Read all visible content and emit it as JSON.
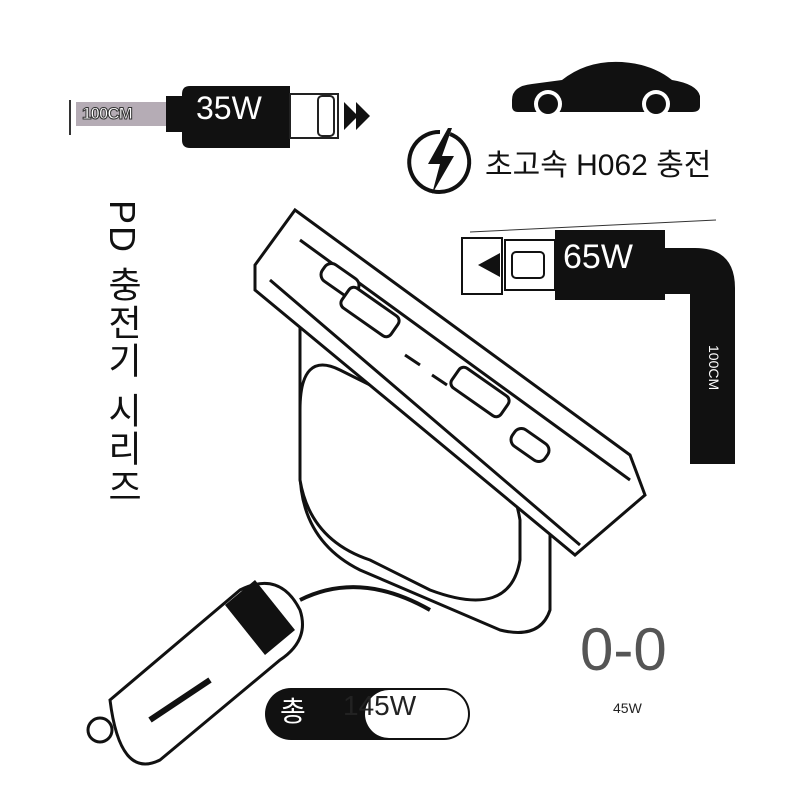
{
  "cable_lightning": {
    "length_label": "100CM",
    "power_label": "35W"
  },
  "cable_typec": {
    "length_label": "100CM",
    "power_label": "65W"
  },
  "headline": "초고속 H062 충전",
  "series_title": "PD 충전기 시리즈",
  "total_power": {
    "prefix": "총 ",
    "value": "145W"
  },
  "port_label": "0-0",
  "port_power": "45W",
  "icons": [
    "car-icon",
    "lightning-bolt-icon",
    "lightning-connector-icon",
    "usb-c-connector-icon",
    "car-plug-icon"
  ]
}
